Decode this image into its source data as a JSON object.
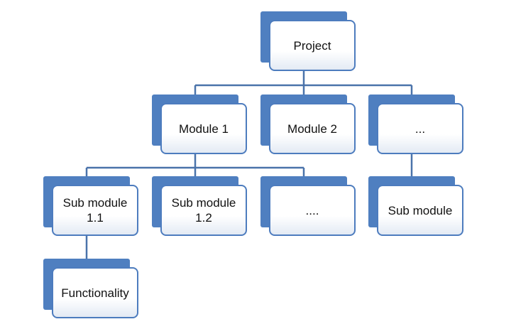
{
  "colors": {
    "node_fill": "#4f7fc0",
    "node_border": "#4d7cbe",
    "connector": "#4a73aa",
    "card_fill": "#ffffff"
  },
  "nodes": {
    "project": "Project",
    "module_1": "Module 1",
    "module_2": "Module 2",
    "module_more": "...",
    "sub_module_1_1": "Sub module\n1.1",
    "sub_module_1_2": "Sub module\n1.2",
    "sub_module_more": "....",
    "sub_module": "Sub module",
    "functionality": "Functionality"
  }
}
